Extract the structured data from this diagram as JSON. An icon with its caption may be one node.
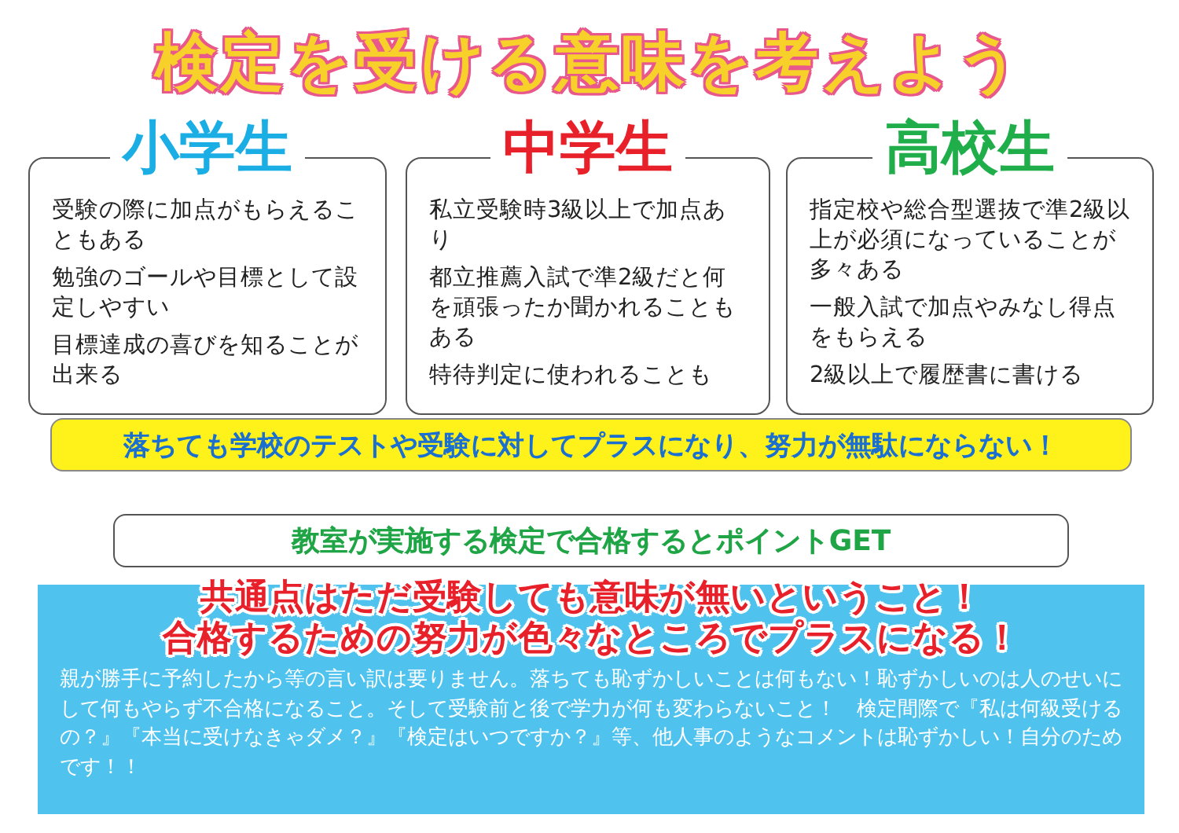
{
  "diagram": {
    "title": "検定を受ける意味を考えよう",
    "nodes": [
      {
        "text": [
          "小学生",
          "受験の際に加点がもらえることもある",
          "勉強のゴールや目標として設定しやすい",
          "目標達成の喜びを知ることが出来る"
        ]
      },
      {
        "text": [
          "中学生",
          "私立受験時3級以上で加点あり",
          "都立推薦入試で準2級だと何を頑張ったか聞かれることもある",
          "特待判定に使われることも"
        ]
      },
      {
        "text": [
          "高校生",
          "指定校や総合型選抜で準2級以上が必須になっていることが多々ある",
          "一般入試で加点やみなし得点をもらえる",
          "2級以上で履歴書に書ける"
        ]
      },
      {
        "text": [
          "落ちても学校のテストや受験に対してプラスになり、努力が無駄にならない！"
        ]
      },
      {
        "text": [
          "教室が実施する検定で合格するとポイントGET"
        ]
      },
      {
        "text": [
          "共通点はただ受験しても意味が無いということ！",
          "合格するための努力が色々なところでプラスになる！",
          "親が勝手に予約したから等の言い訳は要りません。落ちても恥ずかしいことは何もない！恥ずかしいのは人のせいにして何もやらず不合格になること。そして受験前と後で学力が何も変わらないこと！　検定間際で『私は何級受けるの？』『本当に受けなきゃダメ？』『検定はいつですか？』等、他人事のようなコメントは恥ずかしい！自分のためです！！"
        ]
      }
    ]
  }
}
